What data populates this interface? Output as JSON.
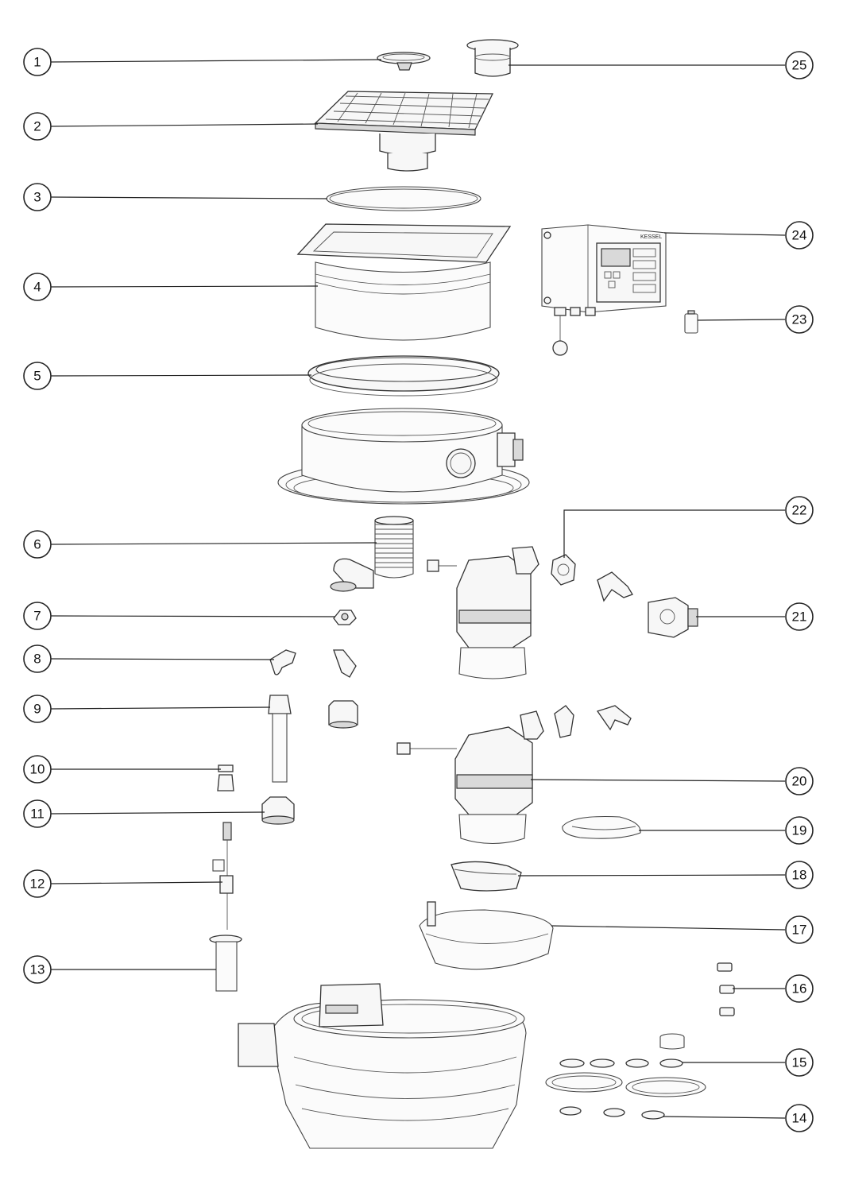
{
  "diagram": {
    "type": "exploded-parts-view",
    "brand_label": "KESSEL",
    "callouts": [
      {
        "id": "1",
        "label": "1"
      },
      {
        "id": "2",
        "label": "2"
      },
      {
        "id": "3",
        "label": "3"
      },
      {
        "id": "4",
        "label": "4"
      },
      {
        "id": "5",
        "label": "5"
      },
      {
        "id": "6",
        "label": "6"
      },
      {
        "id": "7",
        "label": "7"
      },
      {
        "id": "8",
        "label": "8"
      },
      {
        "id": "9",
        "label": "9"
      },
      {
        "id": "10",
        "label": "10"
      },
      {
        "id": "11",
        "label": "11"
      },
      {
        "id": "12",
        "label": "12"
      },
      {
        "id": "13",
        "label": "13"
      },
      {
        "id": "14",
        "label": "14"
      },
      {
        "id": "15",
        "label": "15"
      },
      {
        "id": "16",
        "label": "16"
      },
      {
        "id": "17",
        "label": "17"
      },
      {
        "id": "18",
        "label": "18"
      },
      {
        "id": "19",
        "label": "19"
      },
      {
        "id": "20",
        "label": "20"
      },
      {
        "id": "21",
        "label": "21"
      },
      {
        "id": "22",
        "label": "22"
      },
      {
        "id": "23",
        "label": "23"
      },
      {
        "id": "24",
        "label": "24"
      },
      {
        "id": "25",
        "label": "25"
      }
    ]
  }
}
